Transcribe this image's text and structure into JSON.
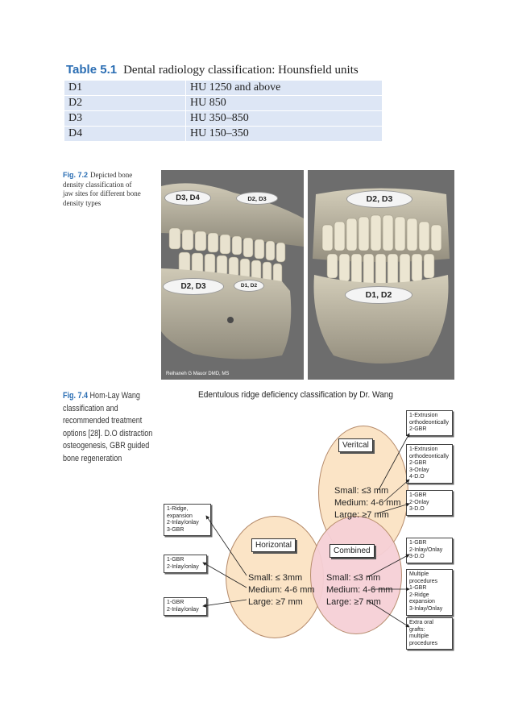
{
  "table": {
    "label": "Table 5.1",
    "title": "Dental radiology classification: Hounsfield units",
    "rows": [
      {
        "cls": "D1",
        "hu": "HU 1250 and above"
      },
      {
        "cls": "D2",
        "hu": "HU 850"
      },
      {
        "cls": "D3",
        "hu": "HU 350–850"
      },
      {
        "cls": "D4",
        "hu": "HU 150–350"
      }
    ]
  },
  "fig72": {
    "label": "Fig. 7.2",
    "caption": "Depicted bone density classification of jaw sites for different bone density types",
    "left_labels": {
      "upper_left": "D3, D4",
      "upper_right": "D2, D3",
      "lower_left": "D2, D3",
      "lower_right": "D1, D2"
    },
    "right_labels": {
      "upper": "D2, D3",
      "lower": "D1, D2"
    },
    "credit": "Reihaneh G Mauor DMD, MS"
  },
  "fig74": {
    "label": "Fig. 7.4",
    "caption": "Hom-Lay Wang classification and recommended treatment options [28]. D.O distraction osteogenesis, GBR guided bone regeneration",
    "title": "Edentulous ridge deficiency classification by Dr. Wang",
    "circles": {
      "vertical": "Veritcal",
      "horizontal": "Horizontal",
      "combined": "Combined"
    },
    "vertical_sizes": {
      "small": "Small: ≤3 mm",
      "medium": "Medium: 4-6 mm",
      "large": "Large: ≥7 mm"
    },
    "horizontal_sizes": {
      "small": "Small: ≤ 3mm",
      "medium": "Medium: 4-6 mm",
      "large": "Large: ≥7 mm"
    },
    "combined_sizes": {
      "small": "Small: ≤3 mm",
      "medium": "Medium: 4-6 mm",
      "large": "Large: ≥7 mm"
    },
    "left_boxes": [
      [
        "1-Ridge, expansion",
        "2-Inlay/onlay",
        "3-GBR"
      ],
      [
        "1-GBR",
        "2-Inlay/onlay"
      ],
      [
        "1-GBR",
        "2-Inlay/onlay"
      ]
    ],
    "right_boxes": [
      [
        "1-Extrusion",
        "orthodeontically",
        "2-GBR"
      ],
      [
        "1-Extrusion",
        "orthodeontically",
        "2-GBR",
        "3-Onlay",
        "4-D.O"
      ],
      [
        "1-GBR",
        "2-Onlay",
        "3-D.O"
      ],
      [
        "1-GBR",
        "2-Inlay/Onlay",
        "3-D.O"
      ],
      [
        "Multiple",
        "procedures",
        "1-GBR",
        "2-Ridge expansion",
        "3-Inlay/Onlay"
      ],
      [
        "Extra oral grafts:",
        "multiple procedures"
      ]
    ]
  }
}
